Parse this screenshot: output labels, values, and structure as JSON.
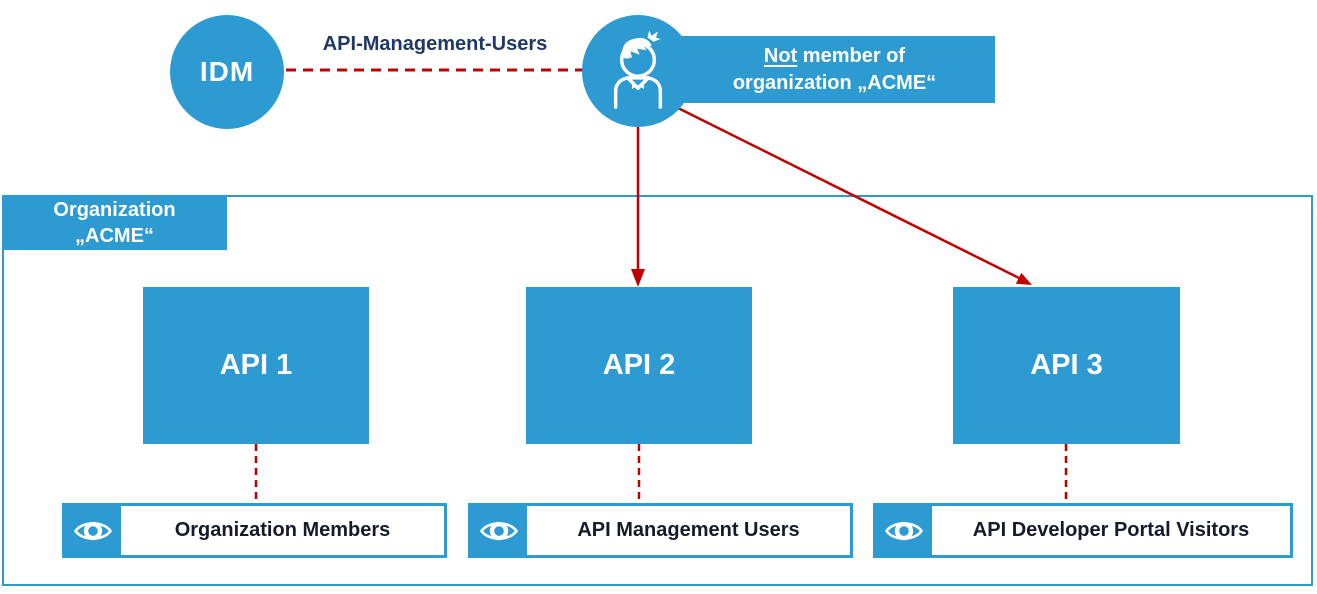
{
  "theme": {
    "accent_blue": "#2D9AD2",
    "dark_red": "#C00000",
    "navy": "#1F3864",
    "text_dark": "#151B29",
    "white": "#FFFFFF"
  },
  "top": {
    "idm_label": "IDM",
    "connector_label": "API-Management-Users",
    "user_icon": "person-icon",
    "note": {
      "line1_underlined": "Not",
      "line1_rest": " member of",
      "line2": "organization „ACME“"
    }
  },
  "organization": {
    "label_line1": "Organization",
    "label_line2": "„ACME“",
    "apis": [
      {
        "label": "API 1"
      },
      {
        "label": "API 2"
      },
      {
        "label": "API 3"
      }
    ],
    "audiences": [
      {
        "icon": "eye-icon",
        "label": "Organization Members"
      },
      {
        "icon": "eye-icon",
        "label": "API Management Users"
      },
      {
        "icon": "eye-icon",
        "label": "API Developer Portal Visitors"
      }
    ]
  }
}
